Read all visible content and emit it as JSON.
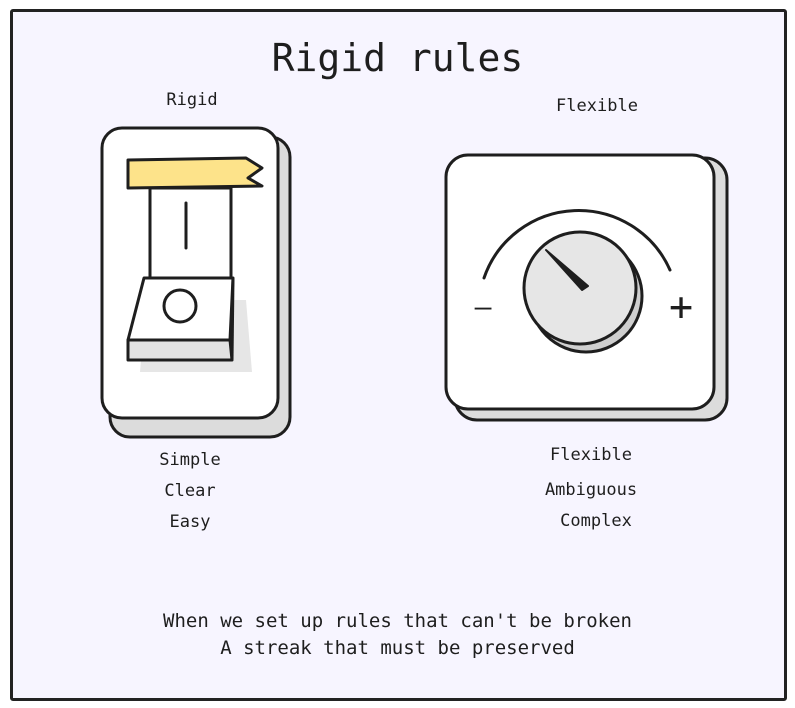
{
  "title": "Rigid rules",
  "left": {
    "heading": "Rigid",
    "labels": [
      "Simple",
      "Clear",
      "Easy"
    ]
  },
  "right": {
    "heading": "Flexible",
    "labels": [
      "Flexible",
      "Ambiguous",
      "Complex"
    ],
    "minus": "—",
    "plus": "+"
  },
  "caption": {
    "line1": "When we set up rules that can't be broken",
    "line2": "A streak that must be preserved"
  },
  "colors": {
    "background": "#f7f5ff",
    "stroke": "#1e1e1e",
    "tape": "#fde38a",
    "shadow": "#dcdcdc"
  }
}
